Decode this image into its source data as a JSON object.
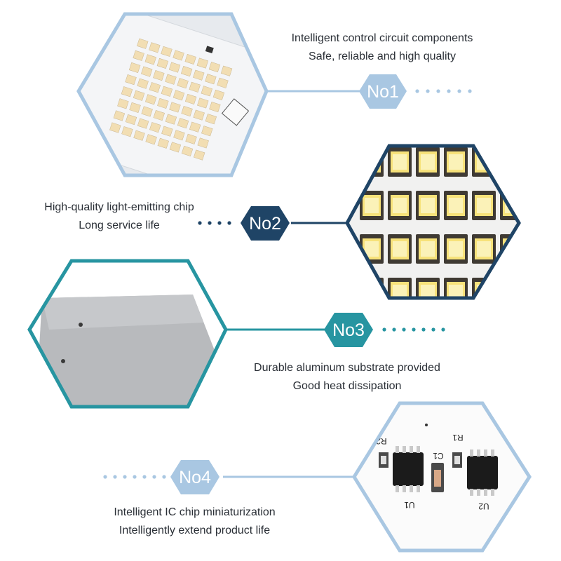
{
  "features": [
    {
      "badge": "No1",
      "lines": [
        "Intelligent control circuit components",
        "Safe, reliable and high quality"
      ],
      "color": "#a9c7e2",
      "image": "led-module-board-photo"
    },
    {
      "badge": "No2",
      "lines": [
        "High-quality light-emitting chip",
        "Long service life"
      ],
      "color": "#1f4466",
      "image": "led-chip-closeup-photo"
    },
    {
      "badge": "No3",
      "lines": [
        "Durable aluminum substrate provided",
        "Good heat dissipation"
      ],
      "color": "#2795a1",
      "image": "aluminum-substrate-photo"
    },
    {
      "badge": "No4",
      "lines": [
        "Intelligent IC chip miniaturization",
        "Intelligently extend product life"
      ],
      "color": "#a9c7e2",
      "image": "ic-chip-board-photo"
    }
  ],
  "board_markings": {
    "r1": "R1",
    "r2": "R2",
    "c1": "C1",
    "u1": "U1",
    "u2": "U2"
  }
}
